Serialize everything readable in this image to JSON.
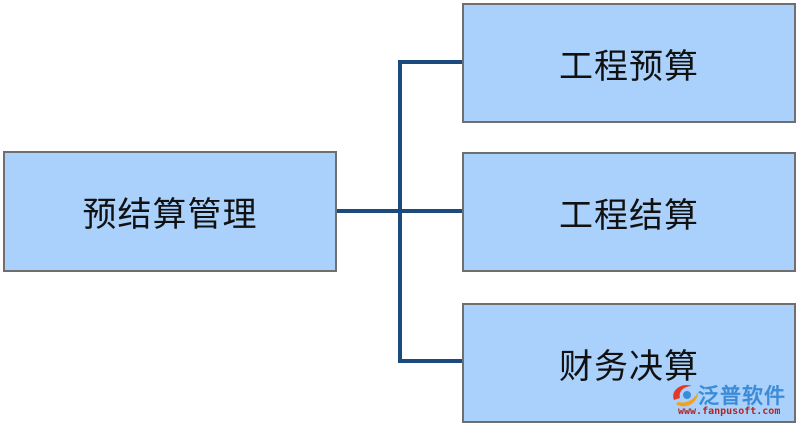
{
  "diagram": {
    "root": {
      "label": "预结算管理"
    },
    "children": [
      {
        "label": "工程预算"
      },
      {
        "label": "工程结算"
      },
      {
        "label": "财务决算"
      }
    ]
  },
  "watermark": {
    "brand": "泛普软件",
    "url": "www.fanpusoft.com"
  },
  "colors": {
    "box_fill": "#a9d1fb",
    "box_border": "#6f6f6f",
    "connector": "#1c4a7e",
    "watermark_brand": "#3c8bd6",
    "watermark_url": "#b02626"
  }
}
